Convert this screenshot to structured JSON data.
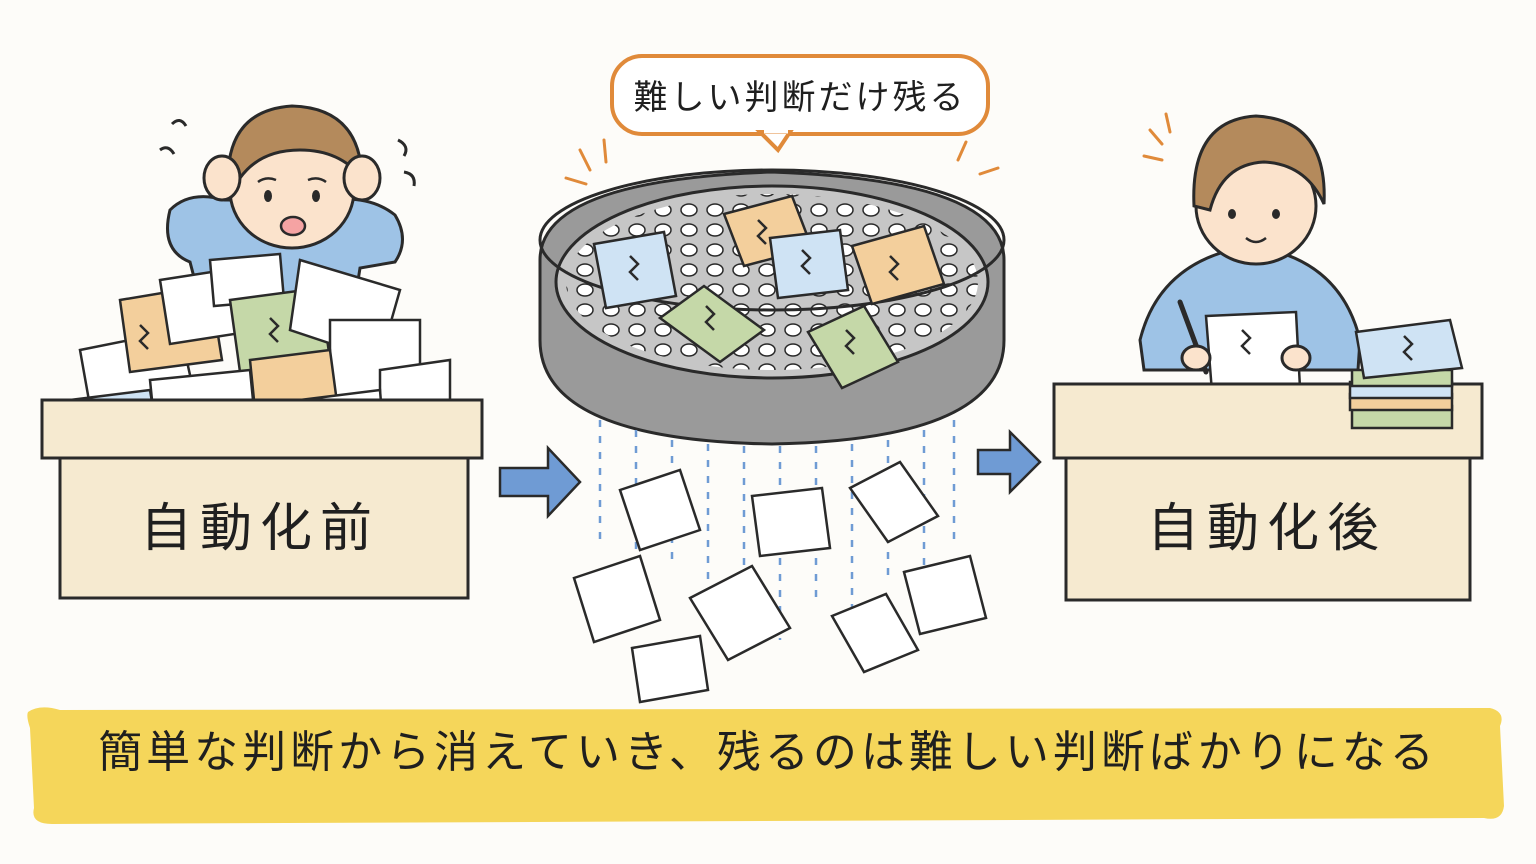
{
  "bubble": {
    "text": "難しい判断だけ残る"
  },
  "desk_before": {
    "label": "自動化前"
  },
  "desk_after": {
    "label": "自動化後"
  },
  "caption": {
    "text": "簡単な判断から消えていき、残るのは難しい判断ばかりになる"
  },
  "colors": {
    "desk": "#f6ead0",
    "outline": "#2a2a2a",
    "shirt": "#9ec3e6",
    "hair": "#b48a5c",
    "skin": "#fbe3cc",
    "sieve": "#9a9a9a",
    "arrow": "#6f9bd4",
    "bubble_border": "#e08a3a",
    "caption_band": "#f5d65a",
    "paper_blue": "#cfe3f4",
    "paper_orange": "#f3cf9c",
    "paper_green": "#c5d8a8"
  }
}
